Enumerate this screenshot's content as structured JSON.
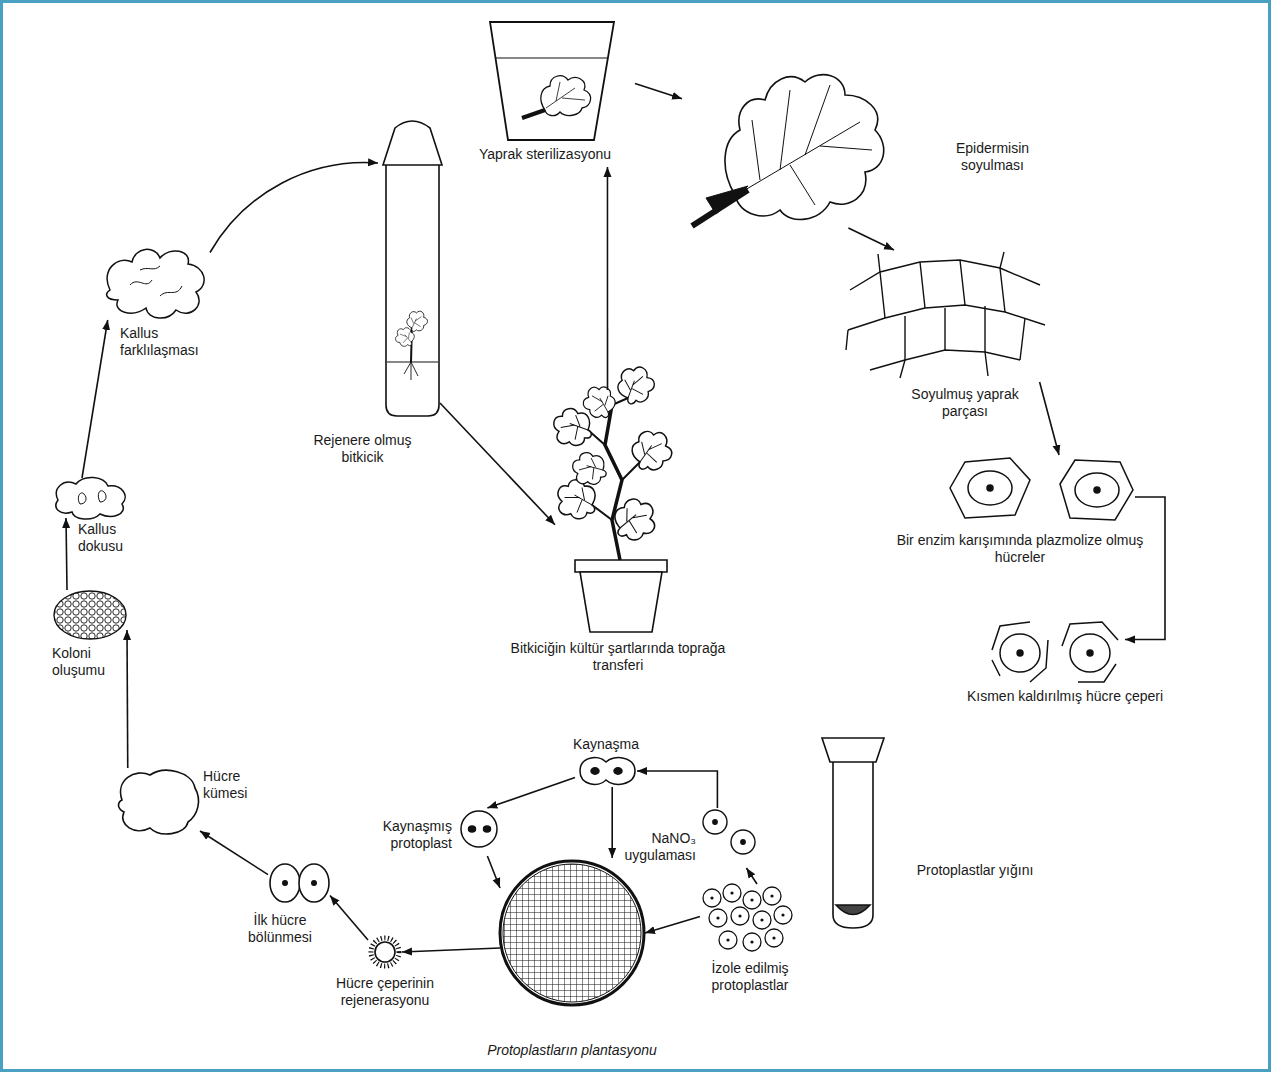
{
  "diagram": {
    "nodes": [
      {
        "text": [
          "Yaprak sterilizasyonu"
        ]
      },
      {
        "text": [
          "Epidermisin soyulması"
        ]
      },
      {
        "text": [
          "Soyulmuş yaprak parçası"
        ]
      },
      {
        "text": [
          "Bir enzim karışımında plazmolize olmuş hücreler"
        ]
      },
      {
        "text": [
          "Kısmen kaldırılmış hücre çeperi"
        ]
      },
      {
        "text": [
          "Protoplastlar yığını"
        ]
      },
      {
        "text": [
          "İzole edilmiş protoplastlar"
        ]
      },
      {
        "text": [
          "NaNO₃ uygulaması"
        ]
      },
      {
        "text": [
          "Kaynaşma"
        ]
      },
      {
        "text": [
          "Kaynaşmış protoplast"
        ]
      },
      {
        "text": [
          "Protoplastların plantasyonu"
        ]
      },
      {
        "text": [
          "Hücre çeperinin rejenerasyonu"
        ]
      },
      {
        "text": [
          "İlk hücre bölünmesi"
        ]
      },
      {
        "text": [
          "Hücre kümesi"
        ]
      },
      {
        "text": [
          "Koloni oluşumu"
        ]
      },
      {
        "text": [
          "Kallus dokusu"
        ]
      },
      {
        "text": [
          "Kallus farklılaşması"
        ]
      },
      {
        "text": [
          "Rejenere olmuş bitkicik"
        ]
      },
      {
        "text": [
          "Bitkiciğin kültür şartlarında toprağa transferi"
        ]
      }
    ],
    "edges": [
      {
        "from": 0,
        "to": 1,
        "arrow": "to"
      },
      {
        "from": 1,
        "to": 2,
        "arrow": "to"
      },
      {
        "from": 2,
        "to": 3,
        "arrow": "to"
      },
      {
        "from": 3,
        "to": 4,
        "arrow": "to"
      },
      {
        "from": 6,
        "to": 7,
        "arrow": "to"
      },
      {
        "from": 7,
        "to": 8,
        "arrow": "to"
      },
      {
        "from": 8,
        "to": 9,
        "arrow": "to"
      },
      {
        "from": 8,
        "to": 10,
        "arrow": "to"
      },
      {
        "from": 9,
        "to": 10,
        "arrow": "to"
      },
      {
        "from": 6,
        "to": 10,
        "arrow": "to"
      },
      {
        "from": 10,
        "to": 11,
        "arrow": "to"
      },
      {
        "from": 11,
        "to": 12,
        "arrow": "to"
      },
      {
        "from": 12,
        "to": 13,
        "arrow": "to"
      },
      {
        "from": 13,
        "to": 14,
        "arrow": "to"
      },
      {
        "from": 14,
        "to": 15,
        "arrow": "to"
      },
      {
        "from": 15,
        "to": 16,
        "arrow": "to"
      },
      {
        "from": 16,
        "to": 17,
        "arrow": "to"
      },
      {
        "from": 17,
        "to": 18,
        "arrow": "to"
      },
      {
        "from": 18,
        "to": 0,
        "arrow": "to"
      }
    ]
  }
}
